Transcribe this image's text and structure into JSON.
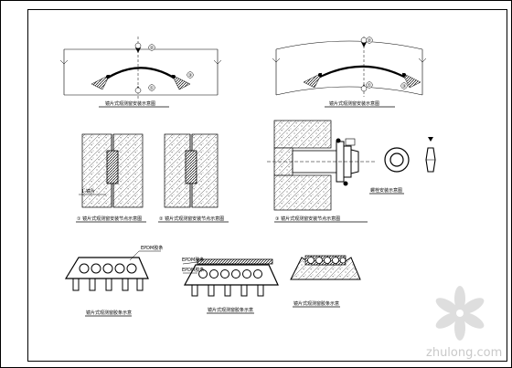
{
  "labels": {
    "d1_caption": "镜片式观测窗安装示意图",
    "d2_caption": "镜片式观测窗安装示意图",
    "d3_label": "1-镜片",
    "d3_caption": "① 镜片式观测窗安装节点示意图",
    "d4_caption": "② 镜片式观测窗安装节点示意图",
    "d5_caption": "③ 镜片式观测窗安装节点示意图",
    "d6_caption": "螺栓安装示意图",
    "d7_label": "EPDM胶条",
    "d7_caption": "镜片式观测窗胶条示意",
    "d8_label_top": "EPDM胶条",
    "d8_label_mid": "EPDM胶条",
    "d8_caption": "镜片式观测窗胶条示意",
    "d9_caption": "镜片式观测窗胶条示意"
  },
  "callouts": [
    "②",
    "①",
    "③",
    "②",
    "①",
    "③"
  ],
  "watermark": "zhulong.com",
  "colors": {
    "line": "#000000",
    "hatch": "#555555",
    "watermark": "#c9c9c9"
  }
}
